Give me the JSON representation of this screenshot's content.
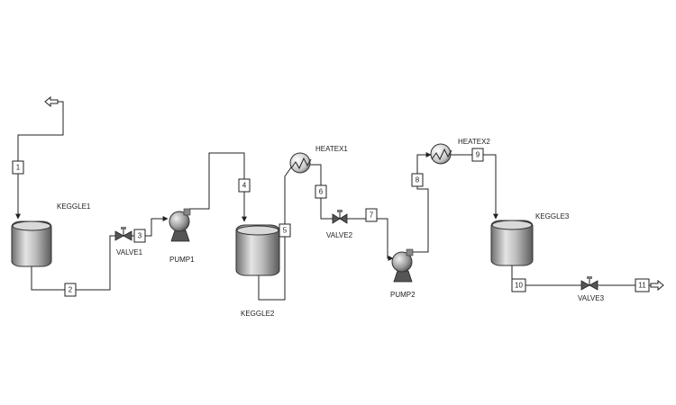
{
  "equipment": {
    "keggle1": "KEGGLE1",
    "keggle2": "KEGGLE2",
    "keggle3": "KEGGLE3",
    "valve1": "VALVE1",
    "valve2": "VALVE2",
    "valve3": "VALVE3",
    "pump1": "PUMP1",
    "pump2": "PUMP2",
    "heatex1": "HEATEX1",
    "heatex2": "HEATEX2"
  },
  "streams": {
    "s1": "1",
    "s2": "2",
    "s3": "3",
    "s4": "4",
    "s5": "5",
    "s6": "6",
    "s7": "7",
    "s8": "8",
    "s9": "9",
    "s10": "10",
    "s11": "11"
  }
}
